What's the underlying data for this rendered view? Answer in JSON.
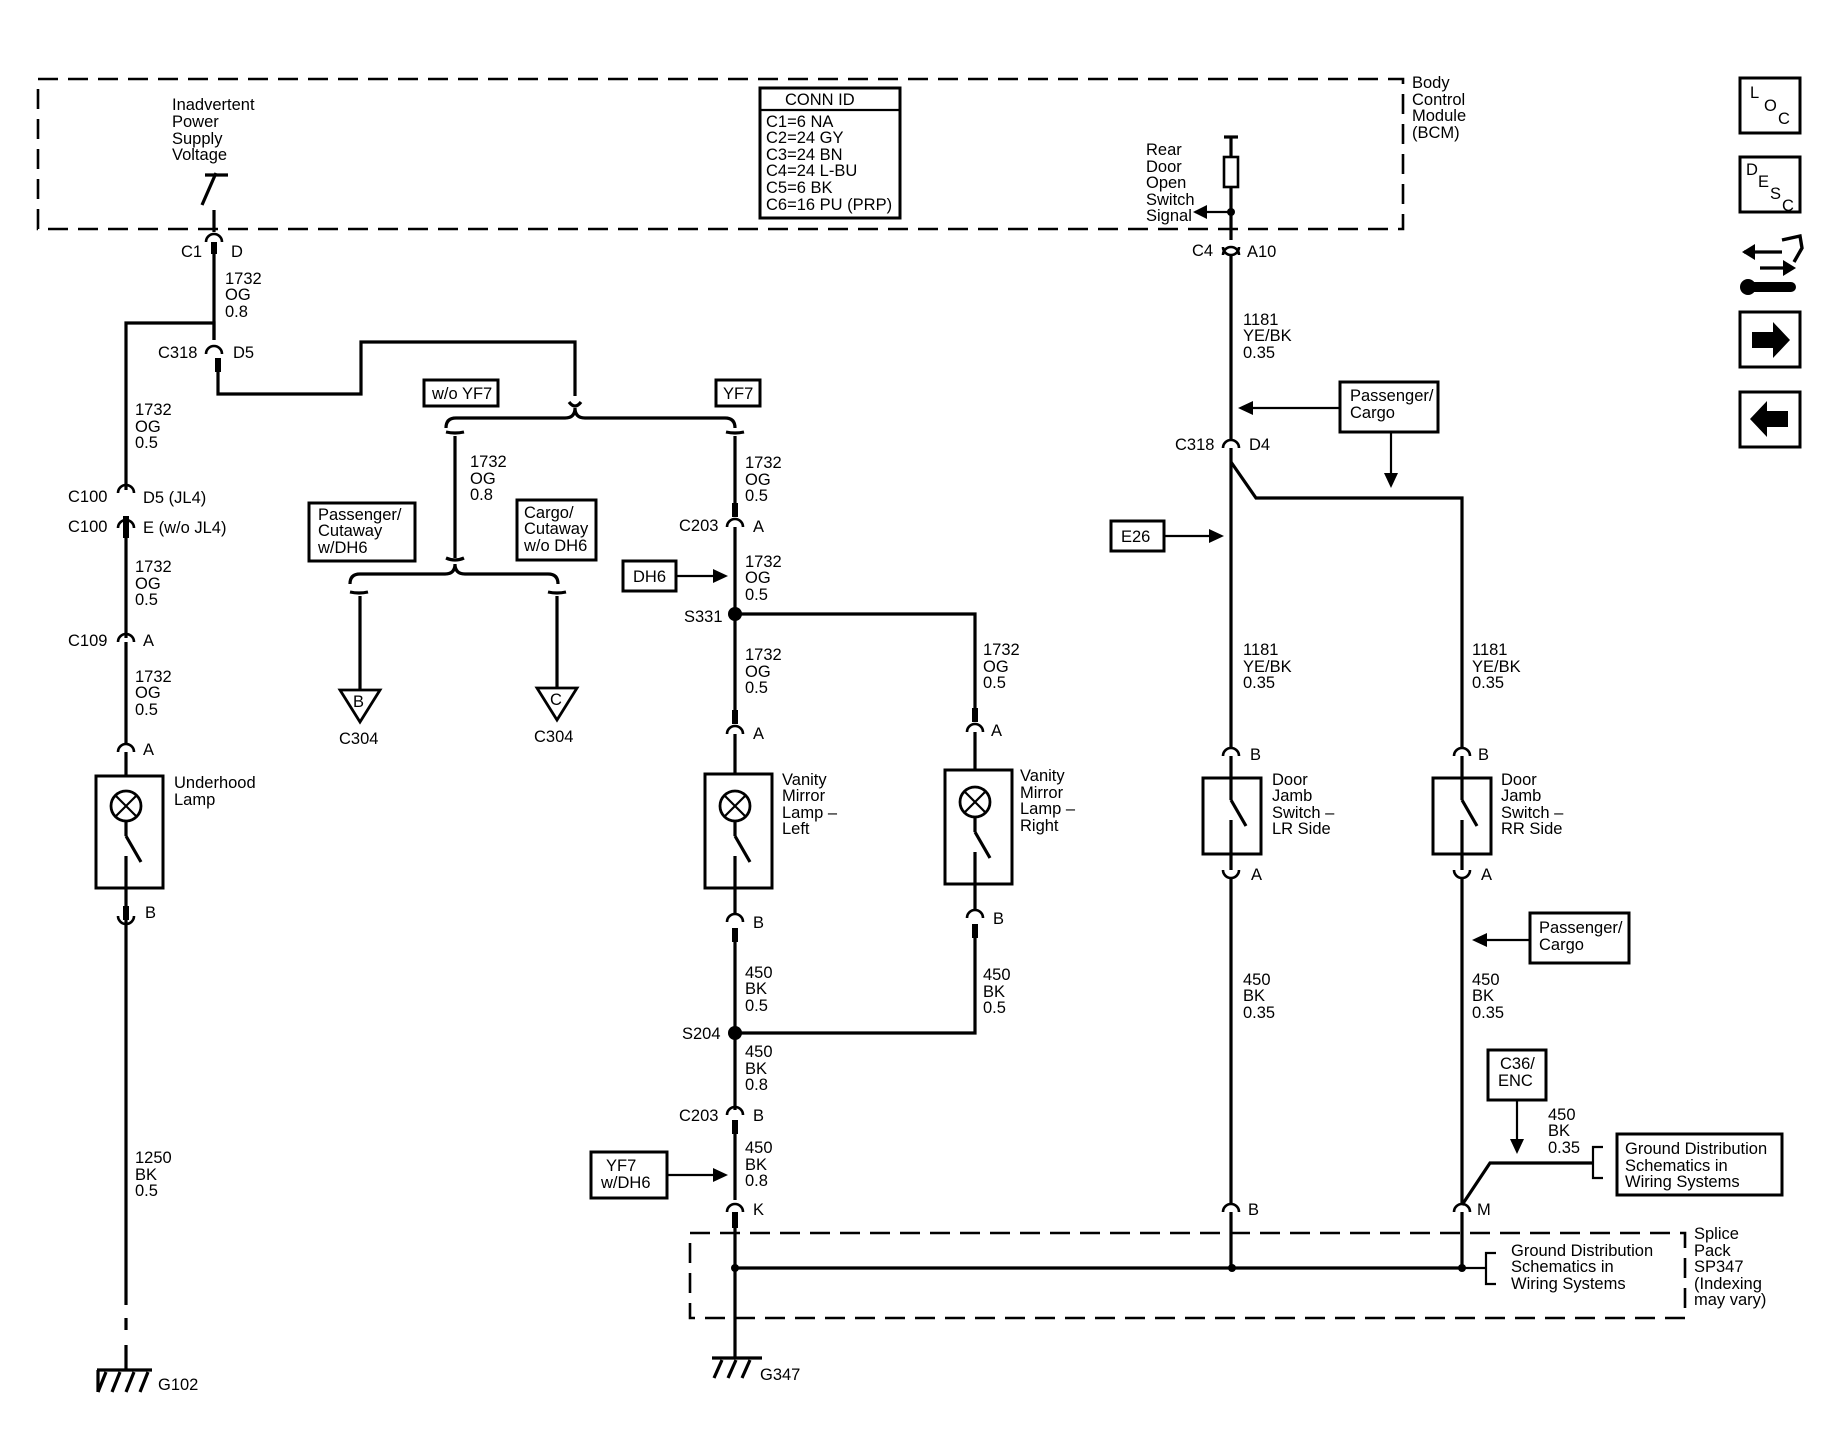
{
  "bcm": {
    "title": [
      "Body",
      "Control",
      "Module",
      "(BCM)"
    ],
    "ipsv_label": [
      "Inadvertent",
      "Power",
      "Supply",
      "Voltage"
    ],
    "rear_door_label": [
      "Rear",
      "Door",
      "Open",
      "Switch",
      "Signal"
    ]
  },
  "conn_id": {
    "header": "CONN ID",
    "rows": [
      "C1=6 NA",
      "C2=24 GY",
      "C3=24 BN",
      "C4=24 L-BU",
      "C5=6 BK",
      "C6=16 PU (PRP)"
    ]
  },
  "connectors": {
    "c1": "C1",
    "c1_pin": "D",
    "c318_left": "C318",
    "c318_left_pin": "D5",
    "c100_a": "C100",
    "c100_a_pin": "D5 (JL4)",
    "c100_b": "C100",
    "c100_b_pin": "E (w/o JL4)",
    "c109": "C109",
    "c109_pin": "A",
    "underhood_top_pin": "A",
    "underhood_bottom_pin": "B",
    "c203_top": "C203",
    "c203_top_pin": "A",
    "c203_bottom": "C203",
    "c203_bottom_pin": "B",
    "vl_top_pin": "A",
    "vl_bottom_pin": "B",
    "vr_top_pin": "A",
    "vr_bottom_pin": "B",
    "sp_left_pin": "K",
    "c4": "C4",
    "c4_pin": "A10",
    "c318_right": "C318",
    "c318_right_pin": "D4",
    "lr_top_pin": "B",
    "lr_bottom_pin": "A",
    "sp_mid_pin": "B",
    "rr_top_pin": "B",
    "rr_bottom_pin": "A",
    "sp_right_pin": "M",
    "c304_b_pin": "B",
    "c304_b": "C304",
    "c304_c_pin": "C",
    "c304_c": "C304"
  },
  "splices": {
    "s331": "S331",
    "s204": "S204"
  },
  "grounds": {
    "g102": "G102",
    "g347": "G347"
  },
  "wires": {
    "w1": [
      "1732",
      "OG",
      "0.8"
    ],
    "w2": [
      "1732",
      "OG",
      "0.5"
    ],
    "w3": [
      "1732",
      "OG",
      "0.5"
    ],
    "w4": [
      "1732",
      "OG",
      "0.5"
    ],
    "w5": [
      "1250",
      "BK",
      "0.5"
    ],
    "w6": [
      "1732",
      "OG",
      "0.8"
    ],
    "w7": [
      "1732",
      "OG",
      "0.5"
    ],
    "w8": [
      "1732",
      "OG",
      "0.5"
    ],
    "w9": [
      "1732",
      "OG",
      "0.5"
    ],
    "w10": [
      "1732",
      "OG",
      "0.5"
    ],
    "w11": [
      "450",
      "BK",
      "0.5"
    ],
    "w12": [
      "450",
      "BK",
      "0.5"
    ],
    "w13": [
      "450",
      "BK",
      "0.8"
    ],
    "w14": [
      "450",
      "BK",
      "0.8"
    ],
    "w15": [
      "1181",
      "YE/BK",
      "0.35"
    ],
    "w16": [
      "1181",
      "YE/BK",
      "0.35"
    ],
    "w17": [
      "1181",
      "YE/BK",
      "0.35"
    ],
    "w18": [
      "450",
      "BK",
      "0.35"
    ],
    "w19": [
      "450",
      "BK",
      "0.35"
    ],
    "w20": [
      "450",
      "BK",
      "0.35"
    ]
  },
  "options": {
    "wo_yf7": "w/o YF7",
    "yf7": "YF7",
    "pass_cutaway": [
      "Passenger/",
      "Cutaway",
      "w/DH6"
    ],
    "cargo_cutaway": [
      "Cargo/",
      "Cutaway",
      "w/o DH6"
    ],
    "dh6": "DH6",
    "yf7_dh6": [
      "YF7",
      "w/DH6"
    ],
    "e26": "E26",
    "pass_cargo_top": [
      "Passenger/",
      "Cargo"
    ],
    "pass_cargo_bottom": [
      "Passenger/",
      "Cargo"
    ],
    "c36_enc": [
      "C36/",
      "ENC"
    ]
  },
  "components": {
    "underhood": [
      "Underhood",
      "Lamp"
    ],
    "vanity_left": [
      "Vanity",
      "Mirror",
      "Lamp –",
      "Left"
    ],
    "vanity_right": [
      "Vanity",
      "Mirror",
      "Lamp –",
      "Right"
    ],
    "door_lr": [
      "Door",
      "Jamb",
      "Switch –",
      "LR Side"
    ],
    "door_rr": [
      "Door",
      "Jamb",
      "Switch –",
      "RR Side"
    ]
  },
  "references": {
    "ground_dist_1": [
      "Ground Distribution",
      "Schematics in",
      "Wiring Systems"
    ],
    "ground_dist_2": [
      "Ground Distribution",
      "Schematics in",
      "Wiring Systems"
    ],
    "splice_pack": [
      "Splice",
      "Pack",
      "SP347",
      "(Indexing",
      "may vary)"
    ]
  },
  "nav": {
    "loc": [
      "L",
      "O",
      "C"
    ],
    "desc": [
      "D",
      "E",
      "S",
      "C"
    ],
    "connector_icon": "connector-end-view-icon",
    "next_icon": "arrow-right-icon",
    "prev_icon": "arrow-left-icon"
  }
}
